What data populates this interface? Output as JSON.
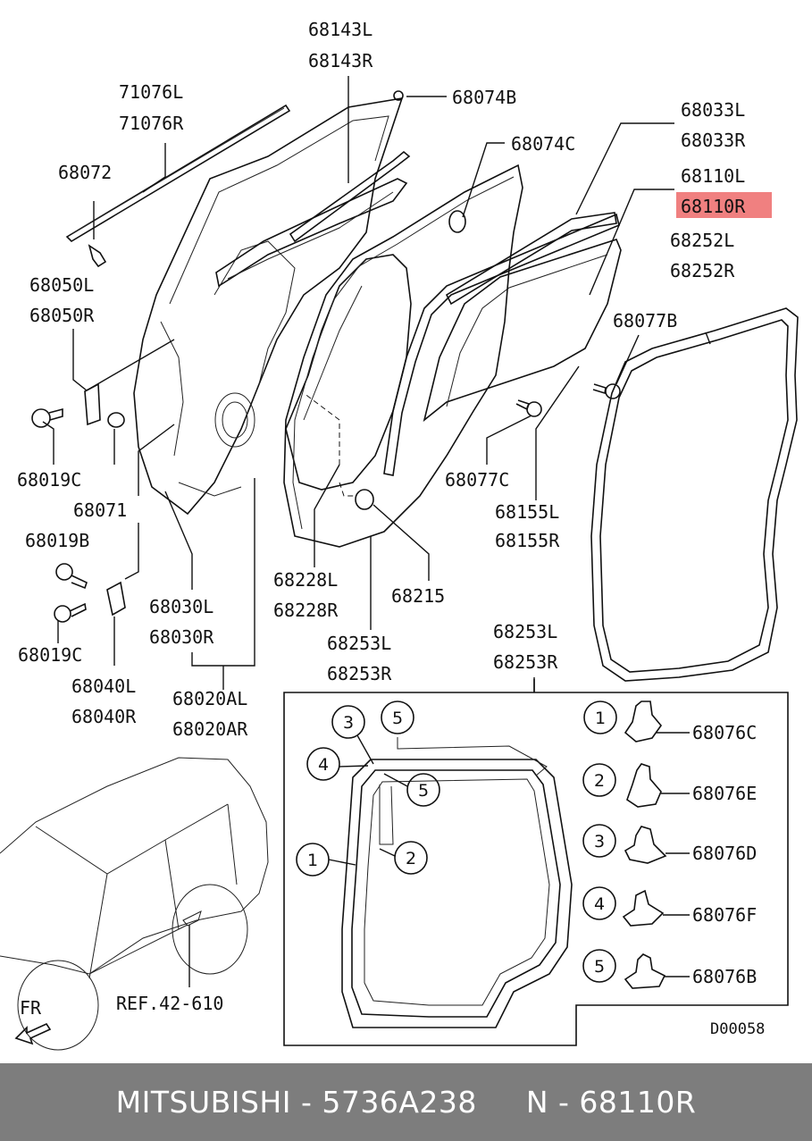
{
  "callouts": {
    "c68143L": "68143L",
    "c68143R": "68143R",
    "c71076L": "71076L",
    "c71076R": "71076R",
    "c68074B": "68074B",
    "c68074C": "68074C",
    "c68033L": "68033L",
    "c68033R": "68033R",
    "c68110L": "68110L",
    "c68110R": "68110R",
    "c68252L": "68252L",
    "c68252R": "68252R",
    "c68072": "68072",
    "c68050L": "68050L",
    "c68050R": "68050R",
    "c68077B": "68077B",
    "c68077C": "68077C",
    "c68019C_a": "68019C",
    "c68071": "68071",
    "c68155L": "68155L",
    "c68155R": "68155R",
    "c68019B": "68019B",
    "c68228L": "68228L",
    "c68228R": "68228R",
    "c68215": "68215",
    "c68030L": "68030L",
    "c68030R": "68030R",
    "c68253L_a": "68253L",
    "c68253R_a": "68253R",
    "c68253L_b": "68253L",
    "c68253R_b": "68253R",
    "c68019C_b": "68019C",
    "c68040L": "68040L",
    "c68040R": "68040R",
    "c68020AL": "68020AL",
    "c68020AR": "68020AR",
    "ref": "REF.42-610",
    "fr": "FR",
    "diagram_code": "D00058"
  },
  "inset_clips": [
    {
      "num": "1",
      "part": "68076C"
    },
    {
      "num": "2",
      "part": "68076E"
    },
    {
      "num": "3",
      "part": "68076D"
    },
    {
      "num": "4",
      "part": "68076F"
    },
    {
      "num": "5",
      "part": "68076B"
    }
  ],
  "inset_markers": {
    "m1": "1",
    "m2": "2",
    "m3": "3",
    "m4": "4",
    "m5a": "5",
    "m5b": "5"
  },
  "highlight": {
    "part": "68110R",
    "color": "#f08080"
  },
  "footer": {
    "text": "MITSUBISHI - 5736A238     N - 68110R"
  }
}
